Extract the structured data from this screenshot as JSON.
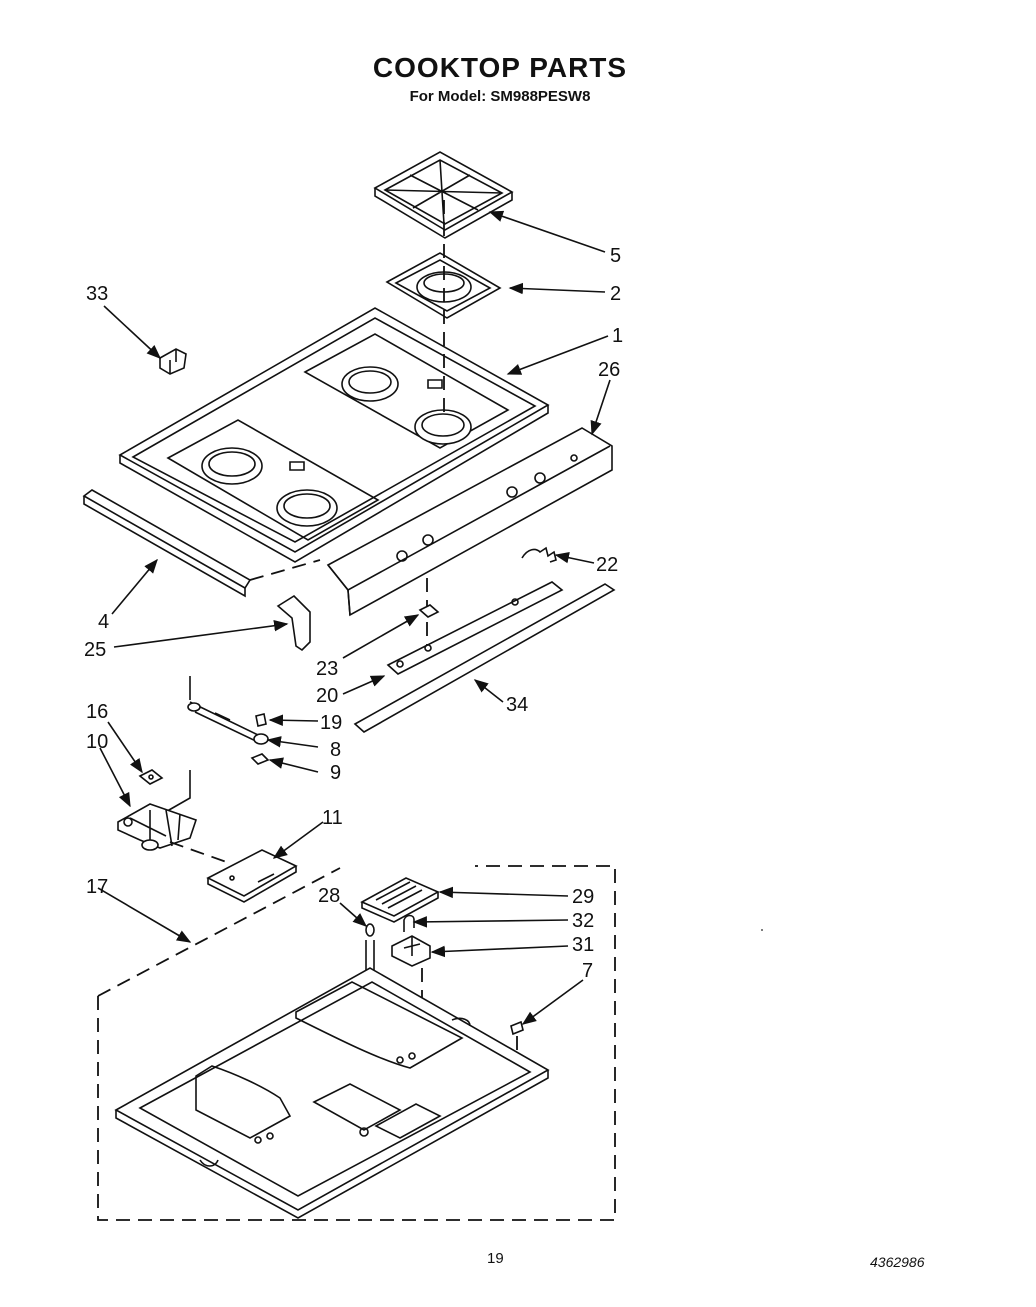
{
  "header": {
    "title": "COOKTOP PARTS",
    "subtitle": "For Model: SM988PESW8"
  },
  "footer": {
    "page_number": "19",
    "doc_code": "4362986"
  },
  "callouts": {
    "c5": "5",
    "c2": "2",
    "c33": "33",
    "c1": "1",
    "c26": "26",
    "c22": "22",
    "c4": "4",
    "c25": "25",
    "c23": "23",
    "c20": "20",
    "c34": "34",
    "c16": "16",
    "c19": "19",
    "c10": "10",
    "c8": "8",
    "c9": "9",
    "c11": "11",
    "c17": "17",
    "c28": "28",
    "c29": "29",
    "c32": "32",
    "c31": "31",
    "c7": "7"
  }
}
